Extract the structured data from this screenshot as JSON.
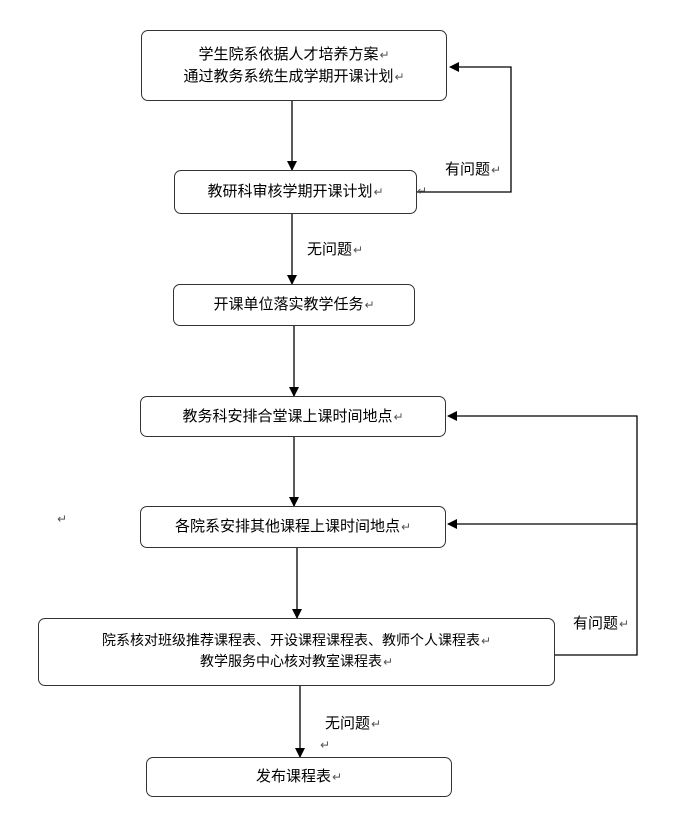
{
  "paragraph_mark": "↵",
  "steps": [
    {
      "lines": [
        "学生院系依据人才培养方案",
        "通过教务系统生成学期开课计划"
      ]
    },
    {
      "lines": [
        "教研科审核学期开课计划"
      ]
    },
    {
      "lines": [
        "开课单位落实教学任务"
      ]
    },
    {
      "lines": [
        "教务科安排合堂课上课时间地点"
      ]
    },
    {
      "lines": [
        "各院系安排其他课程上课时间地点"
      ]
    },
    {
      "lines": [
        "院系核对班级推荐课程表、开设课程课程表、教师个人课程表",
        "教学服务中心核对教室课程表"
      ]
    },
    {
      "lines": [
        "发布课程表"
      ]
    }
  ],
  "edge_labels": {
    "review_has_issue": "有问题",
    "review_no_issue": "无问题",
    "check_has_issue": "有问题",
    "check_no_issue": "无问题"
  }
}
